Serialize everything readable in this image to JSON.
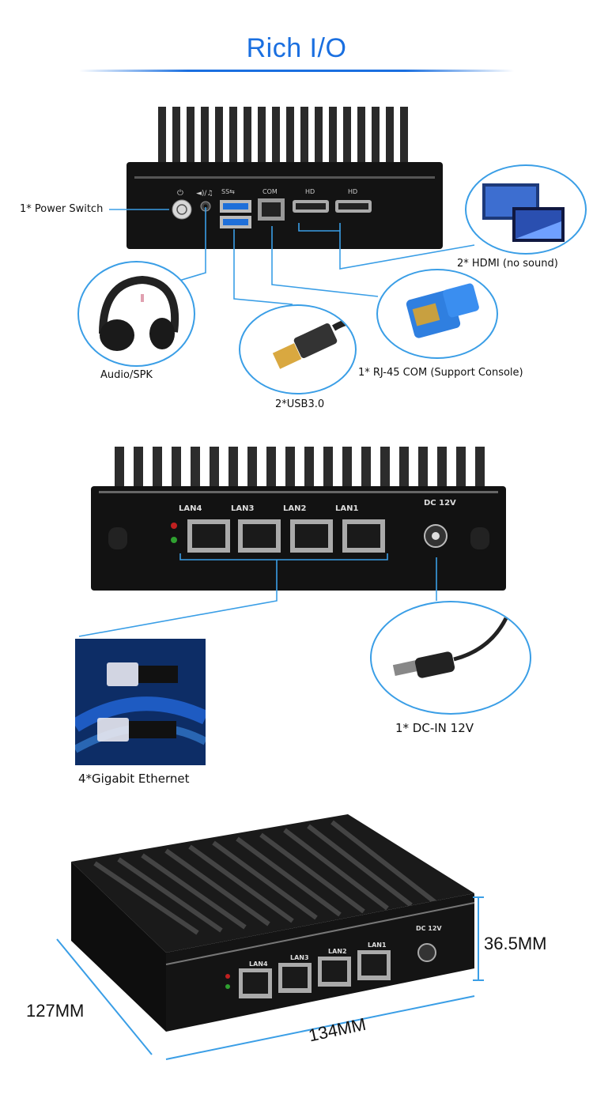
{
  "title": "Rich I/O",
  "section1": {
    "power_switch": "1* Power Switch",
    "hdmi": "2* HDMI  (no sound)",
    "audio": "Audio/SPK",
    "usb": "2*USB3.0",
    "com": "1* RJ-45 COM  (Support Console)",
    "port_labels": {
      "com": "COM"
    }
  },
  "section2": {
    "lan_labels": [
      "LAN4",
      "LAN3",
      "LAN2",
      "LAN1"
    ],
    "dc_label": "DC 12V",
    "ethernet": "4*Gigabit Ethernet",
    "dc_in": "1* DC-IN 12V"
  },
  "section3": {
    "lan_labels": [
      "LAN4",
      "LAN3",
      "LAN2",
      "LAN1"
    ],
    "dc_label": "DC 12V",
    "height": "36.5MM",
    "depth": "127MM",
    "width": "134MM"
  },
  "colors": {
    "accent": "#1a6fe0",
    "line": "#3a9ee6",
    "chassis": "#151515"
  }
}
